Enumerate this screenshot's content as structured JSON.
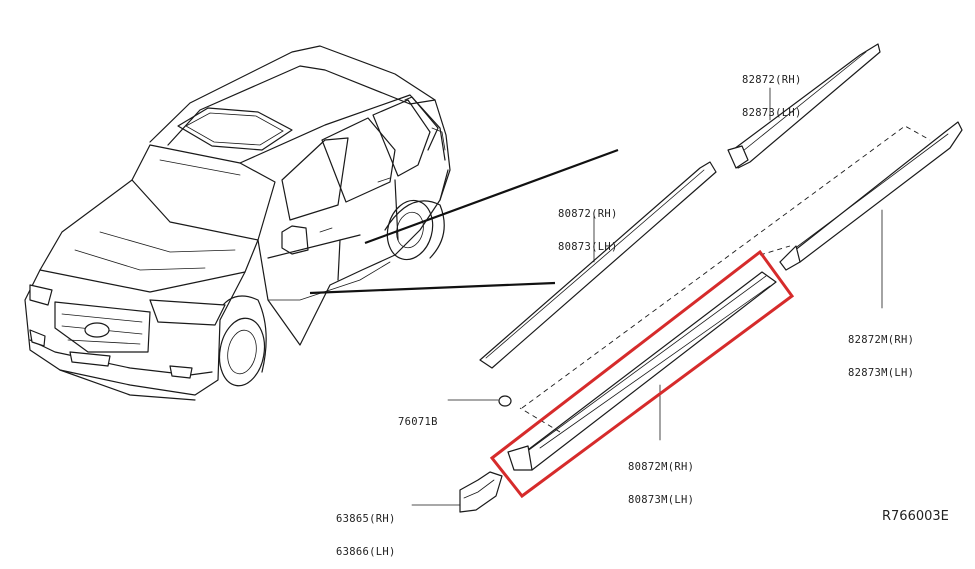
{
  "diagram": {
    "reference_code": "R766003E",
    "highlight_color": "#d62b2b",
    "parts": [
      {
        "id": "upper-rear",
        "rh": "82872(RH)",
        "lh": "82873(LH)"
      },
      {
        "id": "upper-front",
        "rh": "80872(RH)",
        "lh": "80873(LH)"
      },
      {
        "id": "lower-rear",
        "rh": "82872M(RH)",
        "lh": "82873M(LH)"
      },
      {
        "id": "lower-front",
        "rh": "80872M(RH)",
        "lh": "80873M(LH)"
      },
      {
        "id": "clip",
        "code": "76071B"
      },
      {
        "id": "bracket",
        "rh": "63865(RH)",
        "lh": "63866(LH)"
      }
    ]
  }
}
